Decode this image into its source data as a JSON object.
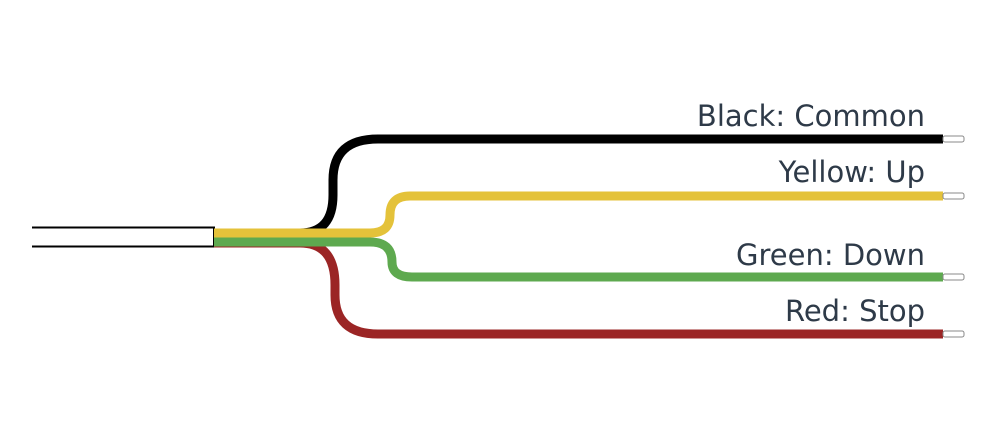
{
  "wires": [
    {
      "name": "black",
      "label": "Black: Common",
      "color": "#000000"
    },
    {
      "name": "yellow",
      "label": "Yellow: Up",
      "color": "#e4c23a"
    },
    {
      "name": "green",
      "label": "Green: Down",
      "color": "#5ea94f"
    },
    {
      "name": "red",
      "label": "Red: Stop",
      "color": "#9b2525"
    }
  ]
}
